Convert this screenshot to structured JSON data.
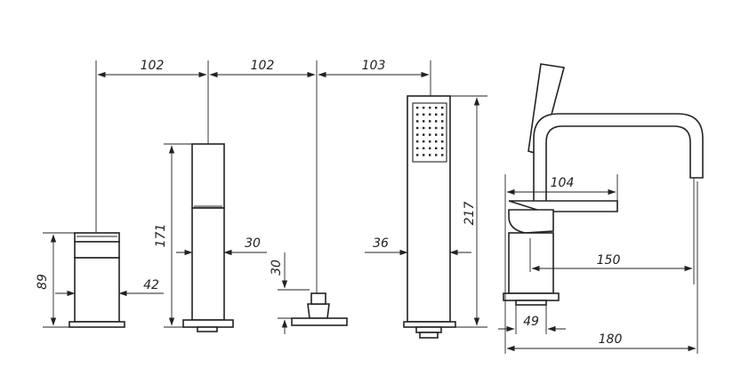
{
  "dimensions": {
    "spacing_1": "102",
    "spacing_2": "102",
    "spacing_3": "103",
    "handle_width": "42",
    "mixer_height": "89",
    "diverter_height": "171",
    "diverter_width": "30",
    "knob_height": "30",
    "shower_width": "36",
    "shower_height": "217",
    "lever_length": "104",
    "spout_reach": "150",
    "base_width": "49",
    "overall_depth": "180"
  },
  "colors": {
    "line": "#222222",
    "background": "#ffffff"
  },
  "icons": {
    "arrow": "arrowhead",
    "nozzles": "shower-nozzle-grid"
  }
}
